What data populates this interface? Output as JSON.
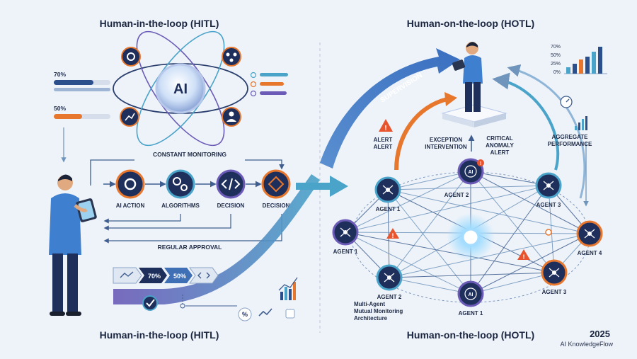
{
  "titles": {
    "hitl_top": "Human-in-the-loop (HITL)",
    "hotl_top": "Human-on-the-loop (HOTL)",
    "hitl_bottom": "Human-in-the-loop (HITL)",
    "hotl_bottom": "Human-on-the-loop (HOTL)"
  },
  "hitl": {
    "ai_label": "AI",
    "bar1_label": "70%",
    "bar1_value": 0.7,
    "bar2_label": "50%",
    "bar2_value": 0.5,
    "constant_monitoring": "CONSTANT MONITORING",
    "steps": [
      "AI ACTION",
      "ALGORITHMS",
      "DECISION",
      "DECISION"
    ],
    "regular_approval": "REGULAR APPROVAL",
    "chip1": "70%",
    "chip2": "50%",
    "percent_icon": "%"
  },
  "hotl": {
    "supervision": "SUPERVISION",
    "alert": [
      "ALERT",
      "ALERT"
    ],
    "exception": [
      "EXCEPTION",
      "INTERVENTION"
    ],
    "critical": [
      "CRITICAL",
      "ANOMALY",
      "ALERT"
    ],
    "aggregate": [
      "AGGREGATE",
      "PERFORMANCE"
    ],
    "chart_ticks": [
      "70%",
      "50%",
      "25%",
      "0%"
    ],
    "agents": [
      "AGENT 2",
      "AGENT 1",
      "AGENT 3",
      "AGENT 1",
      "AGENT 4",
      "AGENT 2",
      "AGENT 1",
      "AGENT 3"
    ],
    "mini_ai": [
      "AI",
      "AI"
    ],
    "architecture": [
      "Multi-Agent",
      "Mutual Monitoring",
      "Architecture"
    ]
  },
  "footer": {
    "year": "2025",
    "brand": "AI KnowledgeFlow"
  },
  "colors": {
    "navy": "#1e2f5c",
    "orange": "#e8772e",
    "teal": "#4aa3c9",
    "purple": "#6b5bb7",
    "blue": "#3b6fc4"
  },
  "icons": [
    "gear-icon",
    "nodes-icon",
    "code-icon",
    "diamond-icon",
    "alert-icon",
    "check-icon",
    "clock-icon",
    "chart-icon",
    "percent-icon"
  ]
}
